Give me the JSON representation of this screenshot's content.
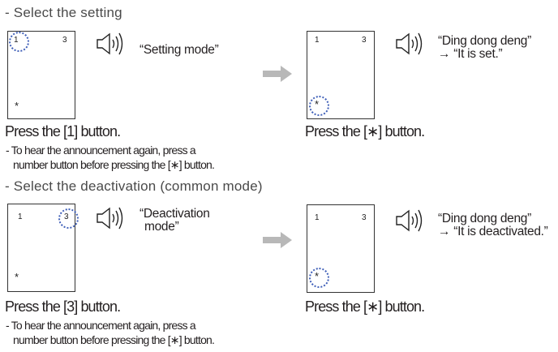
{
  "sections": [
    {
      "title": "- Select the setting",
      "left": {
        "key_1": "1",
        "key_3": "3",
        "key_star": "*",
        "announcement": "“Setting mode”",
        "caption": "Press the [1] button.",
        "note_line1": "- To hear the announcement again, press a",
        "note_line2": "number button before pressing the [∗] button."
      },
      "right": {
        "key_1": "1",
        "key_3": "3",
        "key_star": "*",
        "announcement_line1": "“Ding dong deng”",
        "announcement_line2": "→ “It is set.”",
        "caption": "Press the [∗] button."
      }
    },
    {
      "title": "- Select the deactivation (common mode)",
      "left": {
        "key_1": "1",
        "key_3": "3",
        "key_star": "*",
        "announcement_line1": "“Deactivation",
        "announcement_line2": "mode”",
        "caption": "Press the [3] button.",
        "note_line1": "- To hear the announcement again, press a",
        "note_line2": "number button before pressing the [∗] button."
      },
      "right": {
        "key_1": "1",
        "key_3": "3",
        "key_star": "*",
        "announcement_line1": "“Ding dong deng”",
        "announcement_line2": "→ “It is deactivated.”",
        "caption": "Press the [∗] button."
      }
    }
  ],
  "colors": {
    "highlight": "#3f5fb8",
    "arrow": "#b8b8b8",
    "text": "#231f20"
  },
  "icons": {
    "speaker": "speaker-sound-icon",
    "arrow": "right-arrow-icon"
  }
}
